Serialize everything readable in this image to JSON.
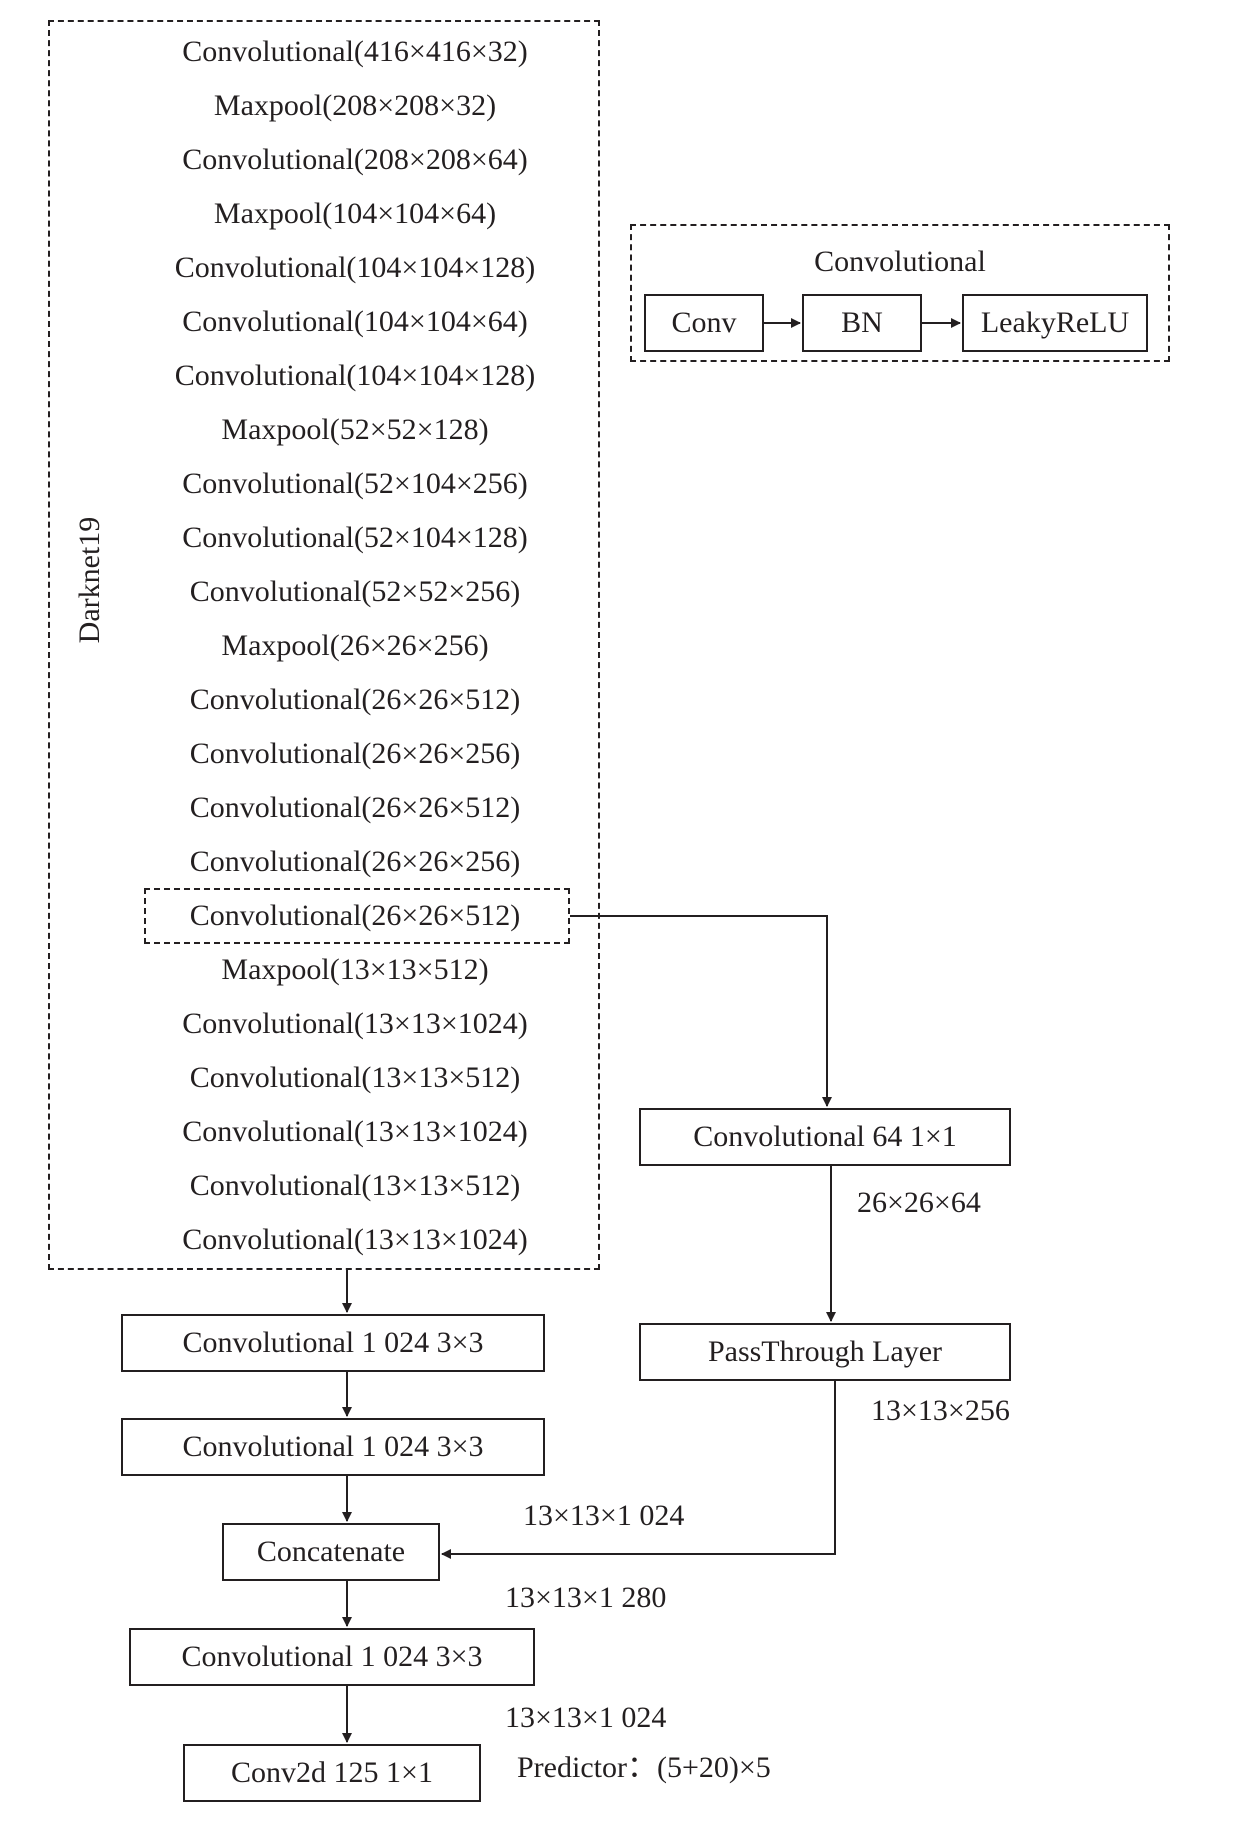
{
  "darknet": {
    "label": "Darknet19",
    "layers": [
      "Convolutional(416×416×32)",
      "Maxpool(208×208×32)",
      "Convolutional(208×208×64)",
      "Maxpool(104×104×64)",
      "Convolutional(104×104×128)",
      "Convolutional(104×104×64)",
      "Convolutional(104×104×128)",
      "Maxpool(52×52×128)",
      "Convolutional(52×104×256)",
      "Convolutional(52×104×128)",
      "Convolutional(52×52×256)",
      "Maxpool(26×26×256)",
      "Convolutional(26×26×512)",
      "Convolutional(26×26×256)",
      "Convolutional(26×26×512)",
      "Convolutional(26×26×256)",
      "Convolutional(26×26×512)",
      "Maxpool(13×13×512)",
      "Convolutional(13×13×1024)",
      "Convolutional(13×13×512)",
      "Convolutional(13×13×1024)",
      "Convolutional(13×13×512)",
      "Convolutional(13×13×1024)"
    ]
  },
  "legend": {
    "title": "Convolutional",
    "conv": "Conv",
    "bn": "BN",
    "leaky": "LeakyReLU"
  },
  "branch": {
    "conv64": "Convolutional 64 1×1",
    "out1": "26×26×64",
    "passthrough": "PassThrough Layer",
    "out2": "13×13×256"
  },
  "main": {
    "conv_a": "Convolutional 1 024 3×3",
    "conv_b": "Convolutional 1 024 3×3",
    "concat_in": "13×13×1 024",
    "concatenate": "Concatenate",
    "concat_out": "13×13×1 280",
    "conv_c": "Convolutional 1 024 3×3",
    "conv_c_out": "13×13×1 024",
    "conv2d": "Conv2d 125 1×1",
    "predictor": "Predictor：(5+20)×5"
  }
}
